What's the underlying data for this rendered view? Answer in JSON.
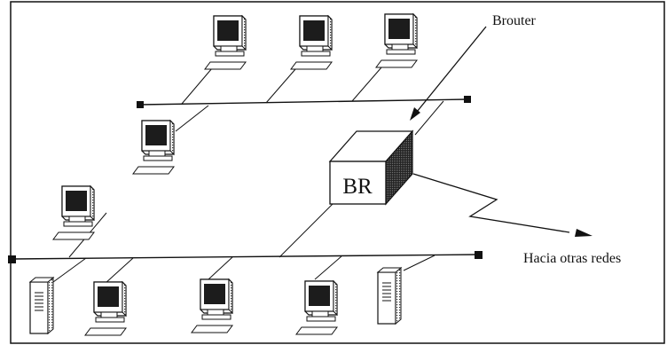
{
  "diagram": {
    "labels": {
      "brouter": "Brouter",
      "br_box": "BR",
      "other_networks": "Hacia otras redes"
    },
    "icons": {
      "workstation": "computer-icon",
      "server": "server-tower-icon",
      "brouter": "brouter-box-icon"
    },
    "colors": {
      "line": "#111111",
      "screen": "#1a1a1a",
      "background": "#ffffff"
    }
  }
}
